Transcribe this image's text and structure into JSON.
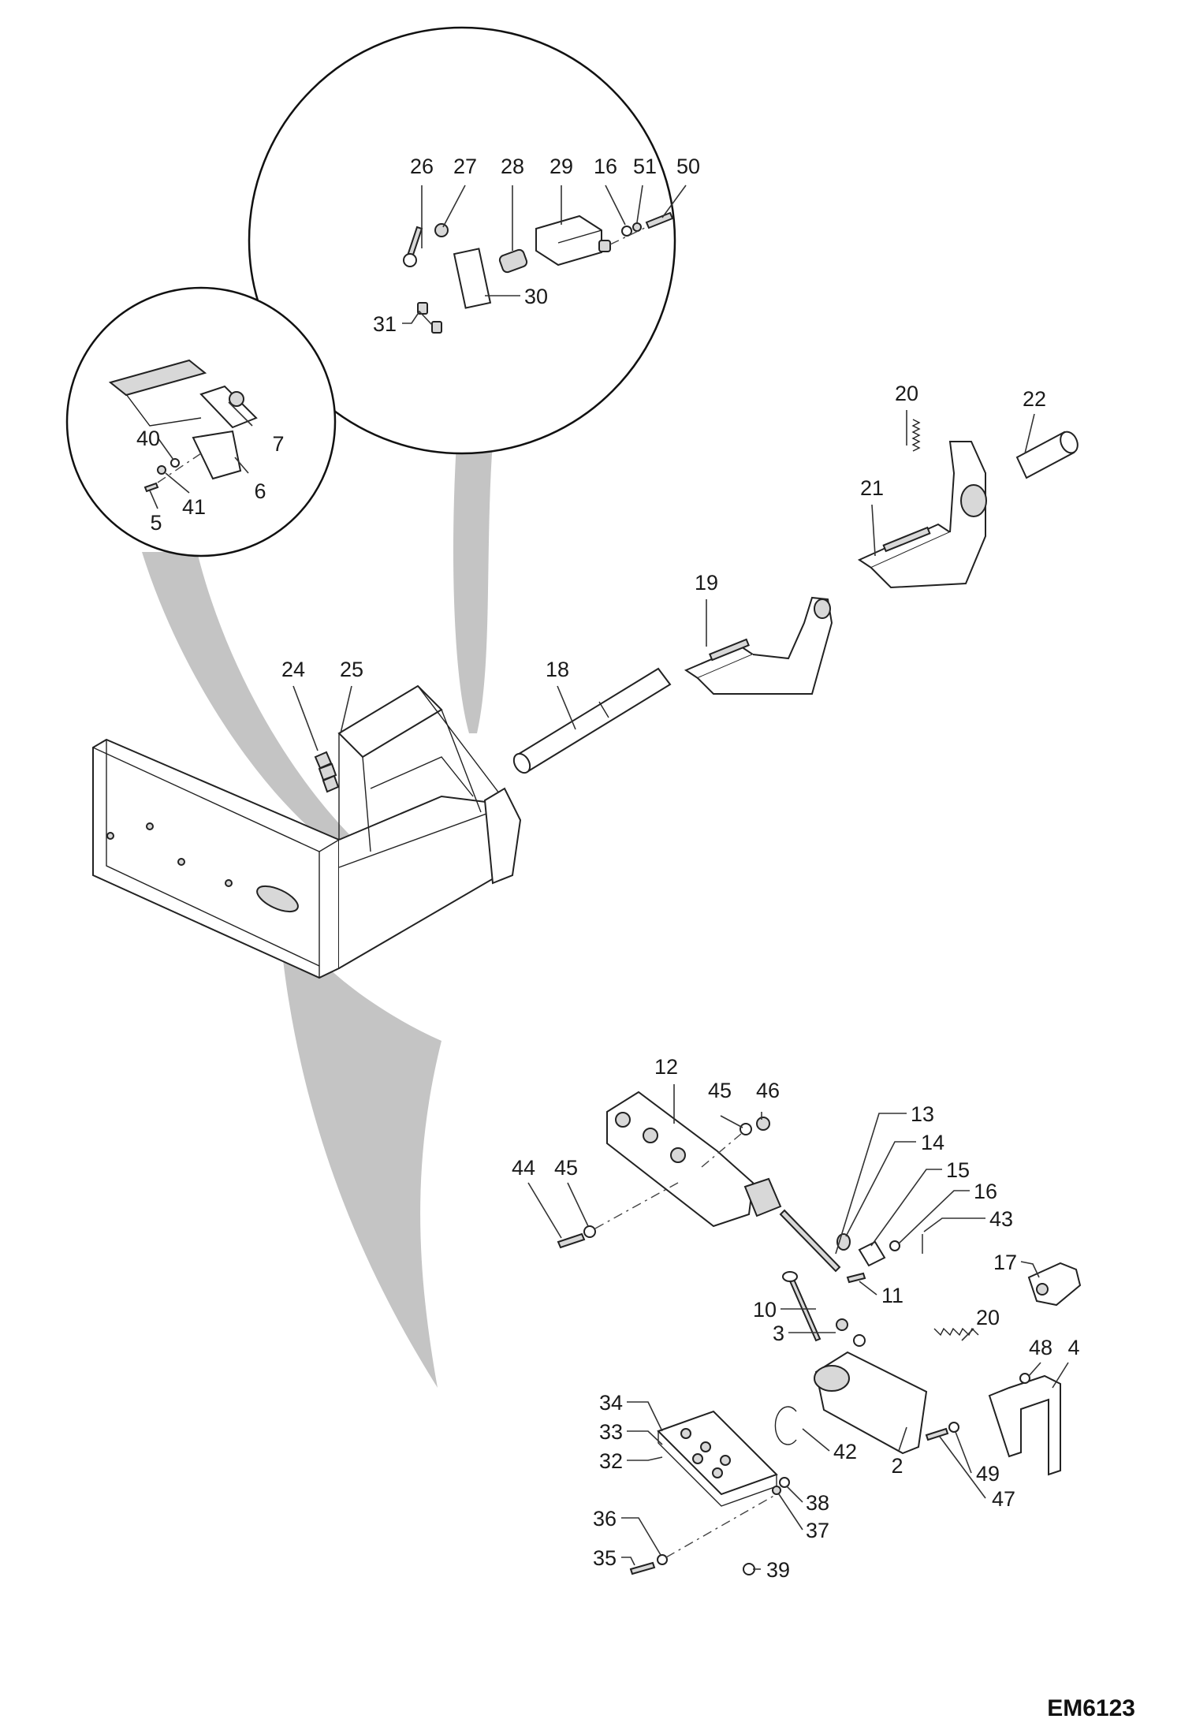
{
  "drawing_code": "EM6123",
  "callouts": {
    "c26": "26",
    "c27": "27",
    "c28": "28",
    "c29": "29",
    "c16a": "16",
    "c51": "51",
    "c50": "50",
    "c30": "30",
    "c31": "31",
    "c40": "40",
    "c7": "7",
    "c6": "6",
    "c41": "41",
    "c5": "5",
    "c20a": "20",
    "c22": "22",
    "c21": "21",
    "c19": "19",
    "c18": "18",
    "c24": "24",
    "c25": "25",
    "c12": "12",
    "c45a": "45",
    "c46": "46",
    "c13": "13",
    "c14": "14",
    "c15": "15",
    "c16b": "16",
    "c43": "43",
    "c44": "44",
    "c45b": "45",
    "c17": "17",
    "c10": "10",
    "c11": "11",
    "c3": "3",
    "c20b": "20",
    "c48": "48",
    "c4": "4",
    "c34": "34",
    "c33": "33",
    "c32": "32",
    "c42": "42",
    "c2": "2",
    "c49": "49",
    "c47": "47",
    "c38": "38",
    "c37": "37",
    "c36": "36",
    "c35": "35",
    "c39": "39"
  }
}
